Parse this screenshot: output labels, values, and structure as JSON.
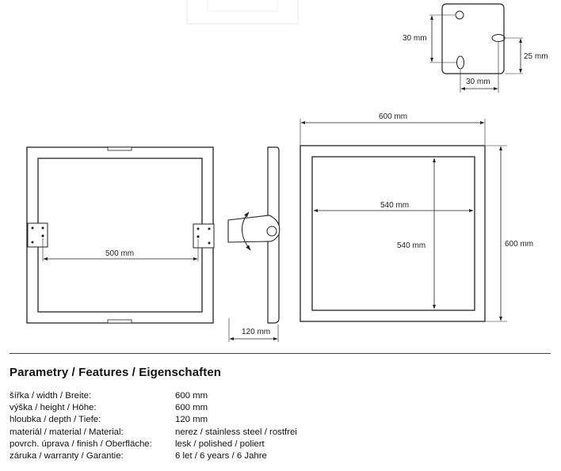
{
  "dimensions": {
    "hole_spacing_vertical": "30 mm",
    "hole_offset_right": "25 mm",
    "hole_spacing_horizontal": "30 mm",
    "bracket_spacing": "500 mm",
    "depth": "120 mm",
    "outer_width": "600 mm",
    "inner_width": "540 mm",
    "inner_height": "540 mm",
    "outer_height": "600 mm"
  },
  "specs": {
    "title": "Parametry / Features / Eigenschaften",
    "rows": [
      {
        "label": "šířka / width / Breite:",
        "value": "600 mm"
      },
      {
        "label": "výška / height / Höhe:",
        "value": "600 mm"
      },
      {
        "label": "hloubka / depth / Tiefe:",
        "value": "120 mm"
      },
      {
        "label": "materiál / material / Material:",
        "value": "nerez / stainless steel / rostfrei"
      },
      {
        "label": "povrch. úprava / finish / Oberfläche:",
        "value": "lesk / polished / poliert"
      },
      {
        "label": "záruka / warranty / Garantie:",
        "value": "6 let / 6 years / 6 Jahre"
      }
    ]
  }
}
